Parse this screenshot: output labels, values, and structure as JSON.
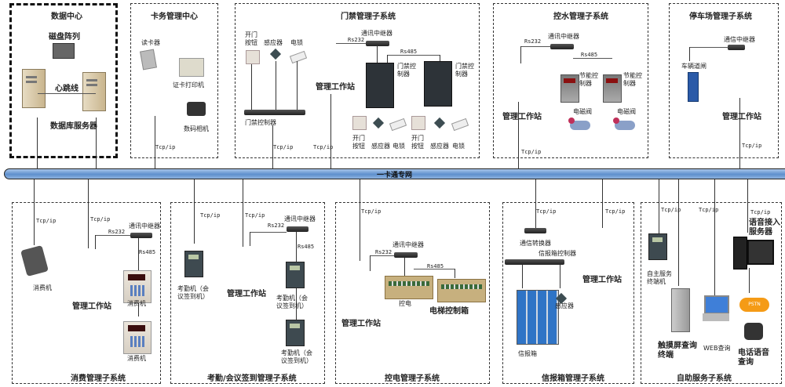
{
  "network": {
    "label": "一卡通专网"
  },
  "protocols": {
    "tcp": "Tcp/ip",
    "rs232": "Rs232",
    "rs485": "Rs485"
  },
  "top_systems": {
    "data_center": {
      "title": "数据中心",
      "disk_array": "磁盘阵列",
      "heartbeat": "心跳线",
      "db_server": "数据库服务器"
    },
    "card_center": {
      "title": "卡务管理中心",
      "reader": "读卡器",
      "card_printer": "证卡打印机",
      "camera": "数码相机"
    },
    "access": {
      "title": "门禁管理子系统",
      "open_button": "开门\n按钮",
      "sensor": "感应器",
      "lock": "电锁",
      "controller_bar": "门禁控制器",
      "workstation": "管理工作站",
      "relay": "通讯中继器",
      "controller": "门禁控\n制器"
    },
    "water": {
      "title": "控水管理子系统",
      "relay": "通讯中继器",
      "controller": "节能控\n制器",
      "valve": "电磁阀",
      "workstation": "管理工作站"
    },
    "parking": {
      "title": "停车场管理子系统",
      "relay": "通信中继器",
      "gate": "车辆道闸",
      "workstation": "管理工作站"
    }
  },
  "bottom_systems": {
    "consume": {
      "title": "消费管理子系统",
      "pos": "消费机",
      "workstation": "管理工作站",
      "relay": "通讯中继器"
    },
    "attendance": {
      "title": "考勤/会议签到管理子系统",
      "device": "考勤机（会\n议签到机）",
      "workstation": "管理工作站",
      "relay": "通讯中继器"
    },
    "power": {
      "title": "控电管理子系统",
      "relay": "通讯中继器",
      "power_ctrl": "控电",
      "elevator": "电梯控制箱",
      "workstation": "管理工作站"
    },
    "mailbox": {
      "title": "信报箱管理子系统",
      "converter": "通信转换器",
      "controller": "信报箱控制器",
      "sensor": "感应器",
      "mailbox": "信报箱",
      "workstation": "管理工作站"
    },
    "self_service": {
      "title": "自助服务子系统",
      "terminal": "自主服务\n终端机",
      "touch": "触摸屏查询\n终端",
      "web": "WEB查询",
      "voice_server": "语音接入\n服务器",
      "pstn": "PSTN",
      "phone": "电话语音\n查询"
    }
  }
}
